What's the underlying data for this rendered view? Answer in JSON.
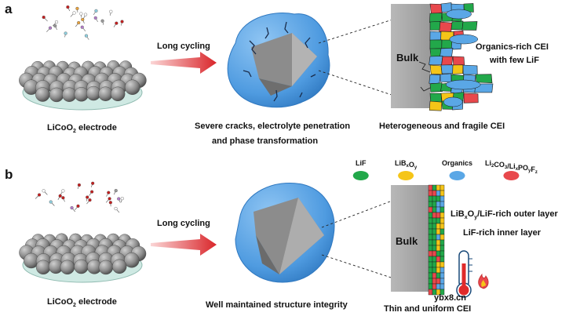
{
  "panels": {
    "a": {
      "letter": "a",
      "electrode_label_main": "LiCoO",
      "electrode_label_sub": "2",
      "electrode_label_tail": " electrode",
      "arrow_label": "Long cycling",
      "particle_caption_line1": "Severe cracks, electrolyte penetration",
      "particle_caption_line2": "and phase transformation",
      "bulk_label": "Bulk",
      "cei_note_line1": "Organics-rich CEI",
      "cei_note_line2": "with few LiF",
      "cei_caption": "Heterogeneous and fragile CEI"
    },
    "b": {
      "letter": "b",
      "electrode_label_main": "LiCoO",
      "electrode_label_sub": "2",
      "electrode_label_tail": " electrode",
      "arrow_label": "Long cycling",
      "particle_caption": "Well maintained structure integrity",
      "bulk_label": "Bulk",
      "outer_layer_pre": "LiB",
      "outer_layer_x": "x",
      "outer_layer_mid": "O",
      "outer_layer_y": "y",
      "outer_layer_post": "/LiF-rich outer layer",
      "inner_layer": "LiF-rich inner layer",
      "cei_caption": "Thin and uniform CEI"
    }
  },
  "legend": [
    {
      "parts": [
        [
          "LiF",
          ""
        ]
      ],
      "color": "#22a84a"
    },
    {
      "parts": [
        [
          "LiB",
          ""
        ],
        [
          "x",
          "sub"
        ],
        [
          "O",
          ""
        ],
        [
          "y",
          "sub"
        ]
      ],
      "color": "#f5c518"
    },
    {
      "parts": [
        [
          "Organics",
          ""
        ]
      ],
      "color": "#5aa7e6"
    },
    {
      "parts": [
        [
          "Li",
          ""
        ],
        [
          "2",
          "sub"
        ],
        [
          "CO",
          ""
        ],
        [
          "3",
          "sub"
        ],
        [
          "/Li",
          ""
        ],
        [
          "x",
          "sub"
        ],
        [
          "PO",
          ""
        ],
        [
          "y",
          "sub"
        ],
        [
          "F",
          ""
        ],
        [
          "z",
          "sub"
        ]
      ],
      "color": "#e8484c"
    }
  ],
  "watermark": "ybx8.cn",
  "colors": {
    "lif": "#22a84a",
    "libo": "#f5c518",
    "organics": "#5aa7e6",
    "li2co3": "#e8484c",
    "bulk": "#a9a9a9",
    "arrow": "#d9262b"
  }
}
